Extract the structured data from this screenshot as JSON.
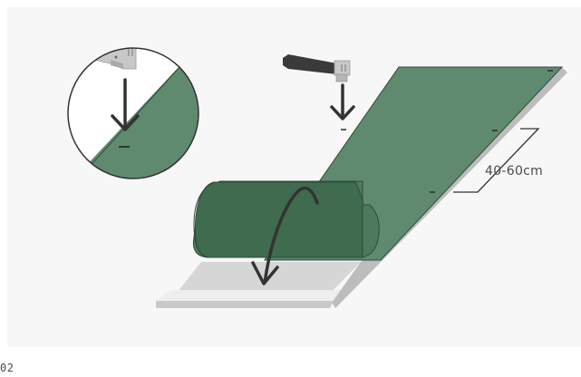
{
  "diagram": {
    "dimension_label": "40-60cm",
    "step_number": "02",
    "colors": {
      "membrane": "#5f8a6f",
      "membrane_dark": "#3f6b4f",
      "membrane_outline": "#2f4b38",
      "board_top": "#d6d6d6",
      "board_front": "#eeeeee",
      "arrow": "#444444",
      "stapler_body": "#3a3a3a",
      "stapler_head": "#c8c8c8"
    },
    "icons": [
      "stapler-icon",
      "down-arrow-icon",
      "roll-arrow-icon",
      "magnifier-circle"
    ]
  }
}
